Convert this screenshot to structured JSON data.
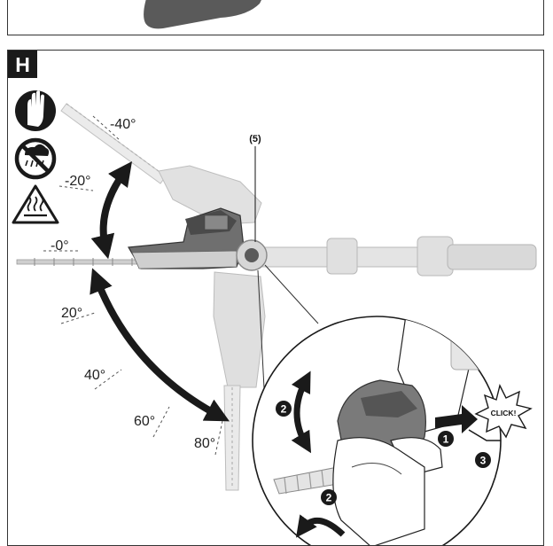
{
  "panel": {
    "label": "H"
  },
  "angles": [
    "-40°",
    "-20°",
    "-0°",
    "20°",
    "40°",
    "60°",
    "80°"
  ],
  "part_callout": "(5)",
  "click_text": "CLICK!",
  "steps": [
    "1",
    "2",
    "3"
  ],
  "icons": [
    "gloves-icon",
    "no-rain-icon",
    "hot-surface-warning-icon"
  ]
}
